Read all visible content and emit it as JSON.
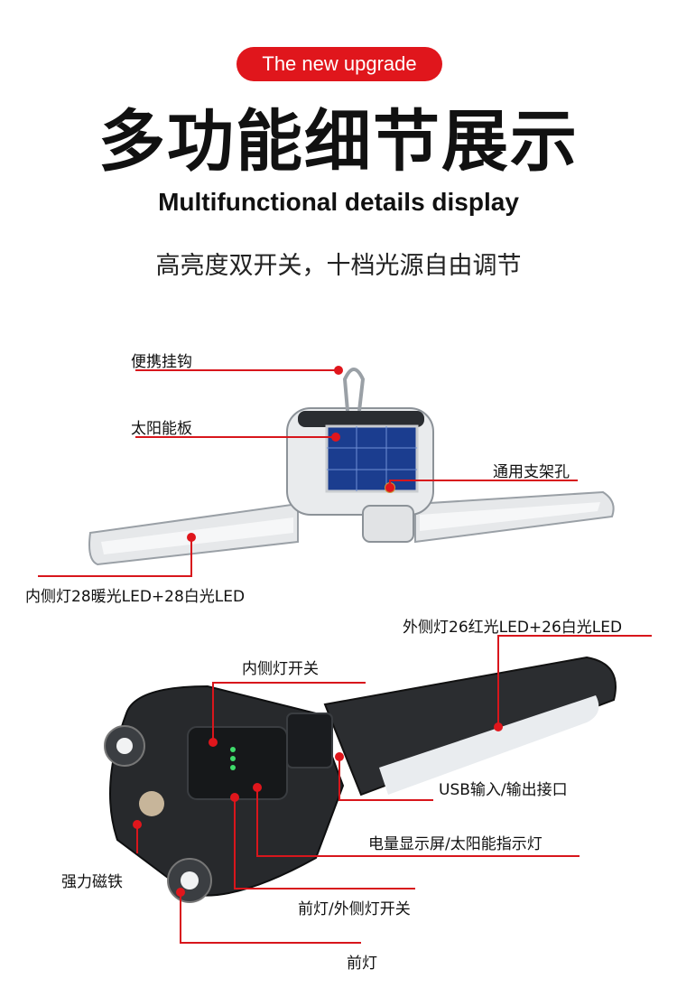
{
  "header": {
    "badge": "The new upgrade",
    "title_cn": "多功能细节展示",
    "title_en": "Multifunctional details display",
    "subtitle": "高亮度双开关，十档光源自由调节"
  },
  "labels": {
    "hook": "便携挂钩",
    "solar_panel": "太阳能板",
    "mount_hole": "通用支架孔",
    "inner_light": "内侧灯28暖光LED+28白光LED",
    "outer_light": "外侧灯26红光LED+26白光LED",
    "inner_switch": "内侧灯开关",
    "usb_port": "USB输入/输出接口",
    "battery_display": "电量显示屏/太阳能指示灯",
    "magnet": "强力磁铁",
    "front_switch": "前灯/外侧灯开关",
    "front_light": "前灯"
  },
  "colors": {
    "accent": "#e0161c",
    "leader_line": "#d8161c"
  }
}
